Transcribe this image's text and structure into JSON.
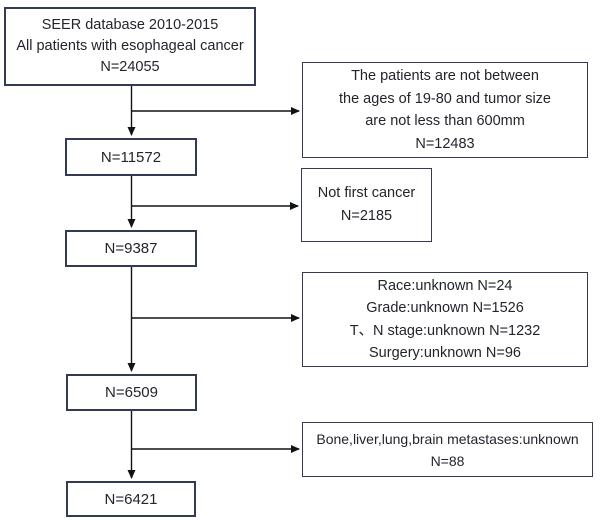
{
  "colors": {
    "box_border": "#343a52",
    "connector": "#111217",
    "text": "#22252c",
    "background": "#ffffff"
  },
  "boxes": {
    "seer": {
      "lines": [
        "SEER database 2010-2015",
        "All patients with esophageal cancer",
        "N=24055"
      ]
    },
    "excl_age_size": {
      "lines": [
        "The patients are not between",
        "the ages of 19-80 and tumor size",
        "are not less than 600mm",
        "N=12483"
      ]
    },
    "n11572": {
      "lines": [
        "N=11572"
      ]
    },
    "excl_not_first": {
      "lines": [
        "Not first cancer",
        "N=2185"
      ]
    },
    "n9387": {
      "lines": [
        "N=9387"
      ]
    },
    "excl_unknown": {
      "lines": [
        "Race:unknown N=24",
        "Grade:unknown N=1526",
        "T、N stage:unknown N=1232",
        "Surgery:unknown N=96"
      ]
    },
    "n6509": {
      "lines": [
        "N=6509"
      ]
    },
    "excl_metastases": {
      "lines": [
        "Bone,liver,lung,brain metastases:unknown",
        "N=88"
      ]
    },
    "n6421": {
      "lines": [
        "N=6421"
      ]
    }
  }
}
